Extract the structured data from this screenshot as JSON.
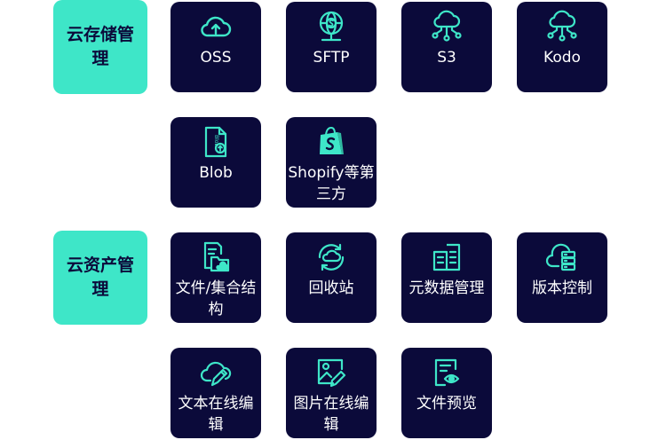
{
  "colors": {
    "accent": "#3ee6c8",
    "tile_bg": "#0b0a3a",
    "text_light": "#ffffff"
  },
  "storage": {
    "title": "云存储管理",
    "items": [
      {
        "label": "OSS",
        "icon": "cloud-upload-icon"
      },
      {
        "label": "SFTP",
        "icon": "sftp-globe-icon"
      },
      {
        "label": "S3",
        "icon": "cloud-network-icon"
      },
      {
        "label": "Kodo",
        "icon": "cloud-network-icon"
      },
      {
        "label": "Blob",
        "icon": "blob-file-icon"
      },
      {
        "label": "Shopify等第三方",
        "icon": "shopify-bag-icon"
      }
    ]
  },
  "assets": {
    "title": "云资产管理",
    "items": [
      {
        "label": "文件/集合结构",
        "icon": "file-collection-icon"
      },
      {
        "label": "回收站",
        "icon": "recycle-cloud-icon"
      },
      {
        "label": "元数据管理",
        "icon": "metadata-building-icon"
      },
      {
        "label": "版本控制",
        "icon": "cloud-server-icon"
      },
      {
        "label": "文本在线编辑",
        "icon": "cloud-edit-icon"
      },
      {
        "label": "图片在线编辑",
        "icon": "image-edit-icon"
      },
      {
        "label": "文件预览",
        "icon": "file-preview-icon"
      }
    ]
  }
}
